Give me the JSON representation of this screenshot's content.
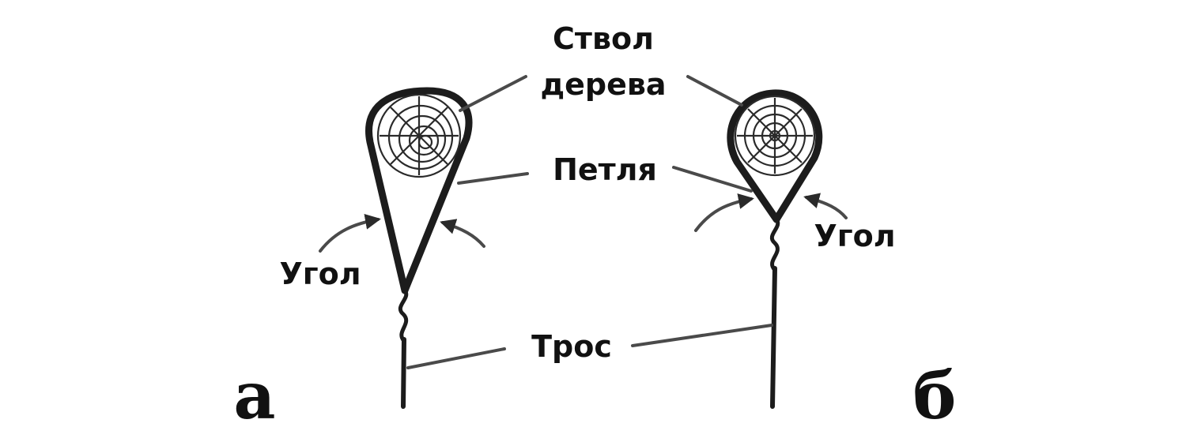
{
  "labels": {
    "trunk_line1": "Ствол",
    "trunk_line2": "дерева",
    "loop": "Петля",
    "angle_left": "Угол",
    "angle_right": "Угол",
    "cable": "Трос",
    "panel_a": "а",
    "panel_b": "б"
  },
  "colors": {
    "ink": "#111111",
    "rope": "#1c1c1c",
    "leader": "#4a4a4a",
    "background": "#ffffff"
  }
}
